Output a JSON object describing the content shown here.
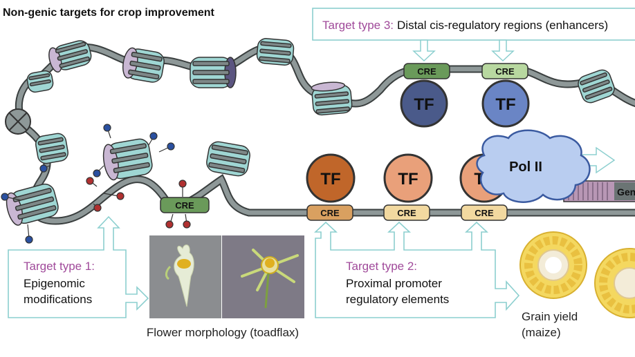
{
  "title": "Non-genic targets for crop improvement",
  "target_types": [
    {
      "label": "Target type 1:",
      "description_lines": [
        "Epigenomic",
        "modifications"
      ]
    },
    {
      "label": "Target type 2:",
      "description_lines": [
        "Proximal promoter",
        "regulatory elements"
      ]
    },
    {
      "label": "Target type 3:",
      "description": "Distal cis-regulatory regions (enhancers)"
    }
  ],
  "elements": {
    "cre_label": "CRE",
    "tf_label": "TF",
    "pol2_label": "Pol II",
    "gene_label": "Gene"
  },
  "captions": {
    "flower": "Flower morphology (toadflax)",
    "grain_line1": "Grain yield",
    "grain_line2": "(maize)"
  },
  "colors": {
    "title_label_purple": "#a04a9a",
    "box_outline_teal": "#8ccfcf",
    "cre_green": "#6a9a5a",
    "cre_light_green": "#b8d8a0",
    "cre_orange": "#d9a060",
    "cre_cream": "#f2d9a0",
    "tf_dark_blue": "#4a5a8a",
    "tf_blue": "#6a85c5",
    "tf_dark_orange": "#c0662a",
    "tf_light_orange": "#e9a07a",
    "pol2_blue": "#b9cdf0",
    "dna_gray": "#6b7474",
    "methyl_blue": "#2a50a0",
    "methyl_red": "#b03030"
  }
}
